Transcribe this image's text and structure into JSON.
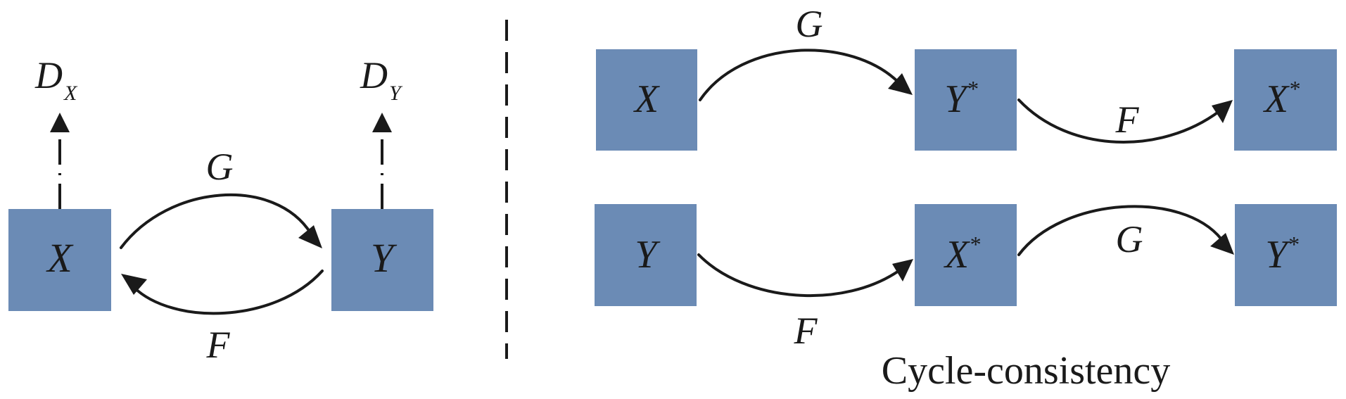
{
  "colors": {
    "box_fill": "#6B8BB5",
    "stroke": "#1a1a1a",
    "background": "#ffffff"
  },
  "left": {
    "box_x": "X",
    "box_y": "Y",
    "discriminator_x": {
      "base": "D",
      "sub": "X"
    },
    "discriminator_y": {
      "base": "D",
      "sub": "Y"
    },
    "label_g": "G",
    "label_f": "F"
  },
  "right": {
    "row1": {
      "box_start": "X",
      "box_mid": {
        "base": "Y",
        "sup": "*"
      },
      "box_end": {
        "base": "X",
        "sup": "*"
      },
      "label_first": "G",
      "label_second": "F"
    },
    "row2": {
      "box_start": "Y",
      "box_mid": {
        "base": "X",
        "sup": "*"
      },
      "box_end": {
        "base": "Y",
        "sup": "*"
      },
      "label_first": "F",
      "label_second": "G"
    },
    "caption": "Cycle-consistency"
  }
}
